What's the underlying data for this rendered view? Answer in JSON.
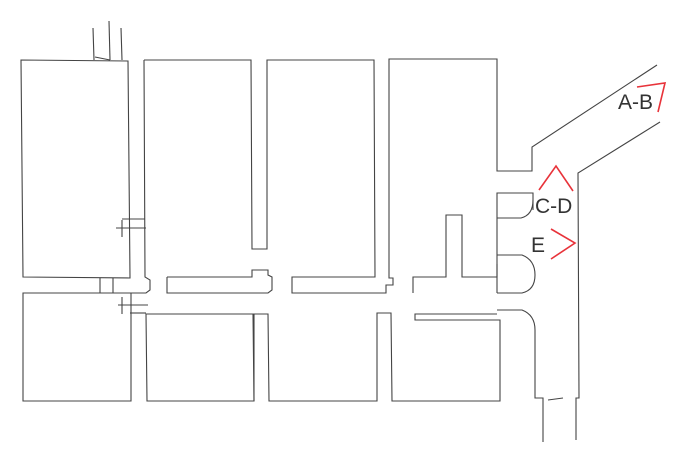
{
  "diagram": {
    "type": "floor-plan",
    "labels": {
      "ab": "A-B",
      "cd": "C-D",
      "e": "E"
    },
    "colors": {
      "walls": "#444444",
      "markers": "#e8333a",
      "text": "#333333"
    }
  }
}
